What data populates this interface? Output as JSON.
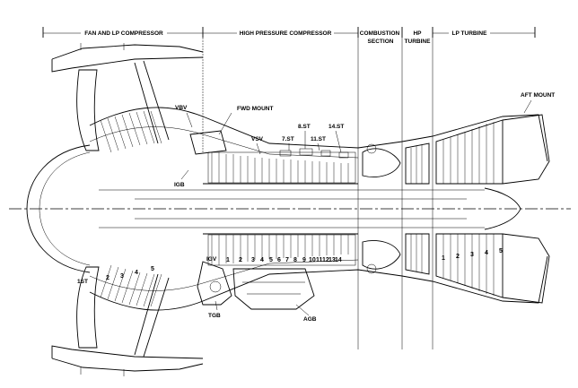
{
  "diagram": {
    "sections": {
      "fan_lp": "FAN AND LP COMPRESSOR",
      "hpc": "HIGH PRESSURE COMPRESSOR",
      "combustion_1": "COMBUSTION",
      "combustion_2": "SECTION",
      "hpt_1": "HP",
      "hpt_2": "TURBINE",
      "lpt": "LP TURBINE"
    },
    "callouts": {
      "vbv": "VBV",
      "fwd_mount": "FWD MOUNT",
      "aft_mount": "AFT MOUNT",
      "igb": "IGB",
      "vsv": "VSV",
      "st7": "7.ST",
      "st8": "8.ST",
      "st11": "11.ST",
      "st14": "14.ST",
      "igv": "IGV",
      "tgb": "TGB",
      "agb": "AGB",
      "st1": "1ST"
    },
    "booster_stages": [
      "2",
      "3",
      "4",
      "5"
    ],
    "hpc_stages": [
      "1",
      "2",
      "3",
      "4",
      "5",
      "6",
      "7",
      "8",
      "9",
      "10",
      "11",
      "12",
      "13",
      "14"
    ],
    "lpt_stages": [
      "1",
      "2",
      "3",
      "4",
      "5"
    ]
  }
}
